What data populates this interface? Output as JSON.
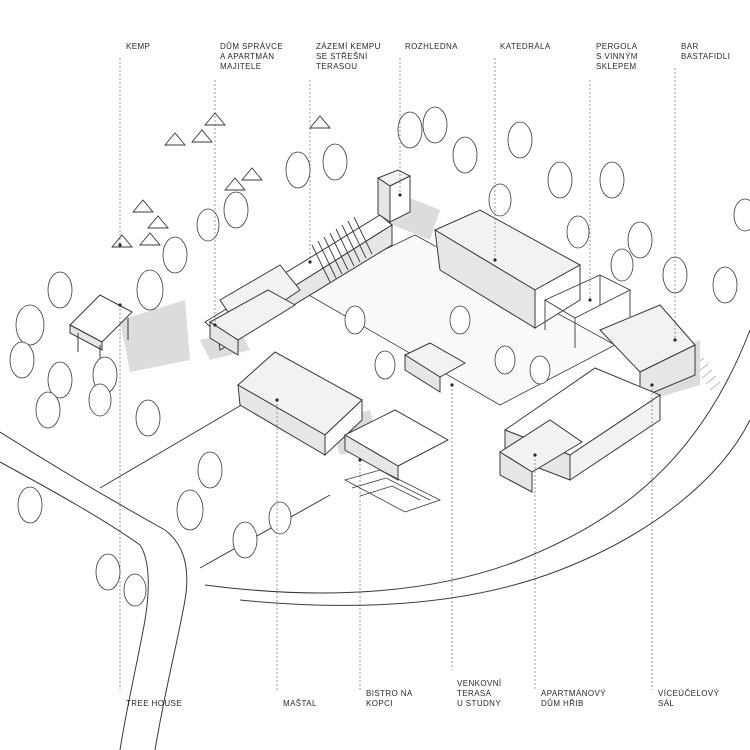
{
  "labels_top": [
    {
      "id": "kemp",
      "text": "KEMP"
    },
    {
      "id": "dum-spravce",
      "text": "DŮM SPRÁVCE\nA APARTMÁN\nMAJITELE"
    },
    {
      "id": "zazemi-kempu",
      "text": "ZÁZEMÍ KEMPU\nSE STŘEŠNÍ\nTERASOU"
    },
    {
      "id": "rozhledna",
      "text": "ROZHLEDNA"
    },
    {
      "id": "katedrala",
      "text": "KATEDRÁLA"
    },
    {
      "id": "pergola",
      "text": "PERGOLA\nS VINNÝM\nSKLEPEM"
    },
    {
      "id": "bar",
      "text": "BAR\nBASTAFIDLI"
    }
  ],
  "labels_bottom": [
    {
      "id": "tree-house",
      "text": "TREE HOUSE"
    },
    {
      "id": "mastal",
      "text": "MAŠTAL"
    },
    {
      "id": "bistro",
      "text": "BISTRO NA\nKOPCI"
    },
    {
      "id": "venkovni-terasa",
      "text": "VENKOVNÍ\nTERASA\nU STUDNY"
    },
    {
      "id": "apartmanovy-dum",
      "text": "APARTMÁNOVÝ\nDŮM HŘIB"
    },
    {
      "id": "viceucelovy-sal",
      "text": "VÍCEÚČELOVÝ\nSÁL"
    }
  ],
  "colors": {
    "ink": "#2a2a2a",
    "line": "#3a3a3a",
    "shadow": "#d9d9d9",
    "roof": "#f2f2f2",
    "wall": "#e6e6e6"
  }
}
